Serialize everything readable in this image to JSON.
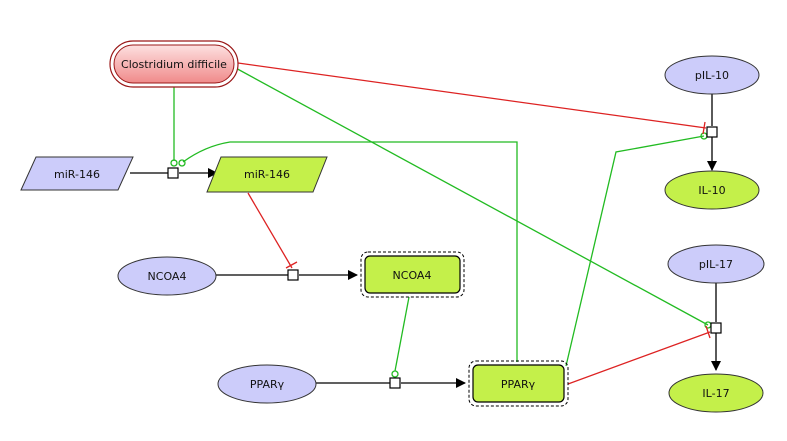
{
  "diagram": {
    "nodes": {
      "clostridium": {
        "label": "Clostridium difficile"
      },
      "mir146_in": {
        "label": "miR-146"
      },
      "mir146_out": {
        "label": "miR-146"
      },
      "ncoa4_in": {
        "label": "NCOA4"
      },
      "ncoa4_out": {
        "label": "NCOA4"
      },
      "ppary_in": {
        "label": "PPARγ"
      },
      "ppary_out": {
        "label": "PPARγ"
      },
      "pil10": {
        "label": "pIL-10"
      },
      "il10": {
        "label": "IL-10"
      },
      "pil17": {
        "label": "pIL-17"
      },
      "il17": {
        "label": "IL-17"
      }
    },
    "colors": {
      "source_fill": "#f6b0b0",
      "source_stroke": "#b02020",
      "input_fill": "#ccccfa",
      "output_fill": "#c4f04a",
      "activation_edge": "#22bb22",
      "inhibition_edge": "#dd2222",
      "flow_edge": "#000000"
    }
  }
}
